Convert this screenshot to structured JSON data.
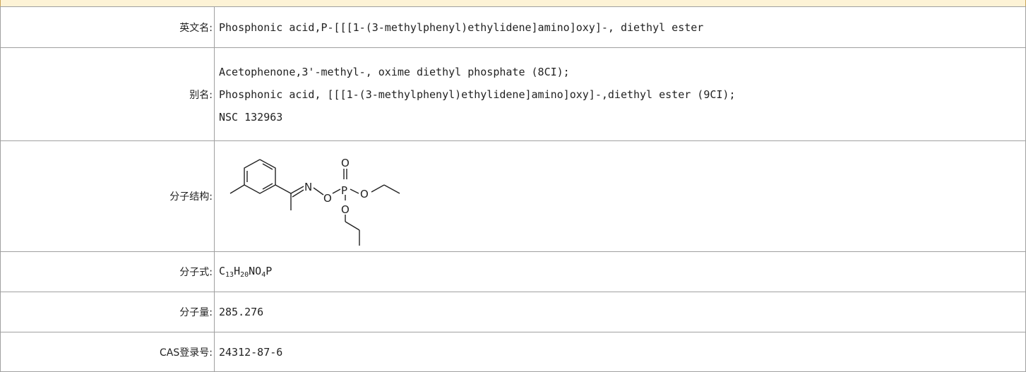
{
  "rows": {
    "english_name": {
      "label": "英文名:",
      "value": "Phosphonic acid,P-[[[1-(3-methylphenyl)ethylidene]amino]oxy]-, diethyl ester"
    },
    "synonyms": {
      "label": "别名:",
      "values": [
        "Acetophenone,3'-methyl-, oxime diethyl phosphate (8CI);",
        "Phosphonic acid, [[[1-(3-methylphenyl)ethylidene]amino]oxy]-,diethyl ester (9CI);",
        "NSC 132963"
      ]
    },
    "structure": {
      "label": "分子结构:",
      "atoms": {
        "n": "N",
        "o1": "O",
        "p": "P",
        "o_top": "O",
        "o2": "O",
        "o3": "O"
      }
    },
    "formula": {
      "label": "分子式:",
      "parts": [
        "C",
        "13",
        "H",
        "20",
        "NO",
        "4",
        "P"
      ]
    },
    "mol_weight": {
      "label": "分子量:",
      "value": "285.276"
    },
    "cas": {
      "label": "CAS登录号:",
      "value": "24312-87-6"
    }
  }
}
